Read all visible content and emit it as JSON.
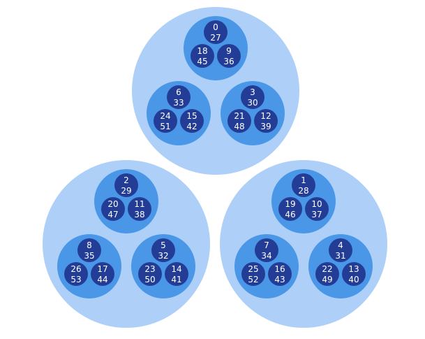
{
  "colors": {
    "group": "#AED0F8",
    "cluster": "#4A97E8",
    "node": "#233D96",
    "text": "#FFFFFF"
  },
  "groups": [
    {
      "clusters": [
        {
          "nodes": [
            {
              "id": "0",
              "value": "27"
            },
            {
              "id": "18",
              "value": "45"
            },
            {
              "id": "9",
              "value": "36"
            }
          ]
        },
        {
          "nodes": [
            {
              "id": "6",
              "value": "33"
            },
            {
              "id": "24",
              "value": "51"
            },
            {
              "id": "15",
              "value": "42"
            }
          ]
        },
        {
          "nodes": [
            {
              "id": "3",
              "value": "30"
            },
            {
              "id": "21",
              "value": "48"
            },
            {
              "id": "12",
              "value": "39"
            }
          ]
        }
      ]
    },
    {
      "clusters": [
        {
          "nodes": [
            {
              "id": "2",
              "value": "29"
            },
            {
              "id": "20",
              "value": "47"
            },
            {
              "id": "11",
              "value": "38"
            }
          ]
        },
        {
          "nodes": [
            {
              "id": "8",
              "value": "35"
            },
            {
              "id": "26",
              "value": "53"
            },
            {
              "id": "17",
              "value": "44"
            }
          ]
        },
        {
          "nodes": [
            {
              "id": "5",
              "value": "32"
            },
            {
              "id": "23",
              "value": "50"
            },
            {
              "id": "14",
              "value": "41"
            }
          ]
        }
      ]
    },
    {
      "clusters": [
        {
          "nodes": [
            {
              "id": "1",
              "value": "28"
            },
            {
              "id": "19",
              "value": "46"
            },
            {
              "id": "10",
              "value": "37"
            }
          ]
        },
        {
          "nodes": [
            {
              "id": "7",
              "value": "34"
            },
            {
              "id": "25",
              "value": "52"
            },
            {
              "id": "16",
              "value": "43"
            }
          ]
        },
        {
          "nodes": [
            {
              "id": "4",
              "value": "31"
            },
            {
              "id": "22",
              "value": "49"
            },
            {
              "id": "13",
              "value": "40"
            }
          ]
        }
      ]
    }
  ]
}
